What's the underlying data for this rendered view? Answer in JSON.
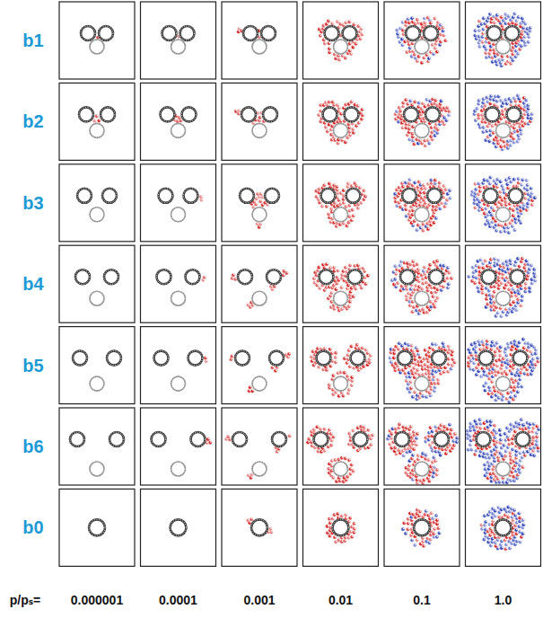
{
  "diagram": {
    "labels": [
      "b1",
      "b2",
      "b3",
      "b4",
      "b5",
      "b6",
      "b0",
      "p/pₛ=",
      "0.000001",
      "0.0001",
      "0.001",
      "0.01",
      "0.1",
      "1.0"
    ]
  }
}
